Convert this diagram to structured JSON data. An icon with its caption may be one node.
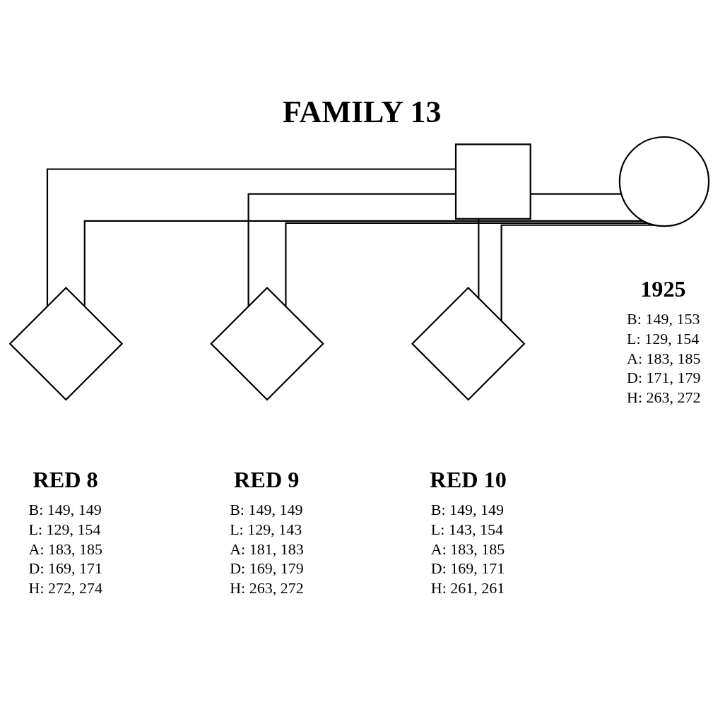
{
  "diagram": {
    "title": "FAMILY 13",
    "nodes": [
      {
        "text": [],
        "shape": "box"
      },
      {
        "text": [
          "1925"
        ],
        "beside": [
          "B: 149, 153",
          "L: 129, 154",
          "A: 183, 185",
          "D: 171, 179",
          "H: 263, 272"
        ]
      },
      {
        "text": [
          "RED 8"
        ],
        "beside": [
          "B: 149, 149",
          "L: 129, 154",
          "A: 183, 185",
          "D: 169, 171",
          "H: 272, 274"
        ]
      },
      {
        "text": [
          "RED 9"
        ],
        "beside": [
          "B: 149, 149",
          "L: 129, 143",
          "A: 181, 183",
          "D: 169, 179",
          "H: 263, 272"
        ]
      },
      {
        "text": [
          "RED 10"
        ],
        "beside": [
          "B: 149, 149",
          "L: 143, 154",
          "A: 183, 185",
          "D: 169, 171",
          "H: 261, 261"
        ]
      }
    ],
    "edges": [
      {
        "from": 0,
        "to": 1,
        "arrow": "none"
      },
      {
        "from": 0,
        "to": 2,
        "arrow": "none"
      },
      {
        "from": 1,
        "to": 2,
        "arrow": "none"
      },
      {
        "from": 0,
        "to": 3,
        "arrow": "none"
      },
      {
        "from": 1,
        "to": 3,
        "arrow": "none"
      },
      {
        "from": 0,
        "to": 4,
        "arrow": "none"
      },
      {
        "from": 1,
        "to": 4,
        "arrow": "none"
      }
    ]
  }
}
